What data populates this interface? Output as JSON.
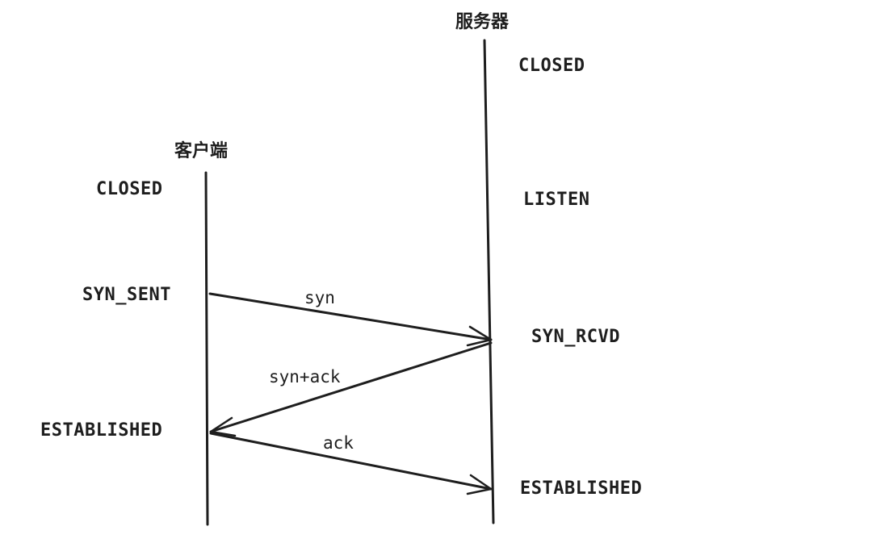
{
  "actors": {
    "server": "服务器",
    "client": "客户端"
  },
  "server_states": {
    "closed": "CLOSED",
    "listen": "LISTEN",
    "syn_rcvd": "SYN_RCVD",
    "established": "ESTABLISHED"
  },
  "client_states": {
    "closed": "CLOSED",
    "syn_sent": "SYN_SENT",
    "established": "ESTABLISHED"
  },
  "messages": {
    "syn": "syn",
    "syn_ack": "syn+ack",
    "ack": "ack"
  },
  "colors": {
    "stroke": "#1e1e1e",
    "background": "#ffffff"
  }
}
